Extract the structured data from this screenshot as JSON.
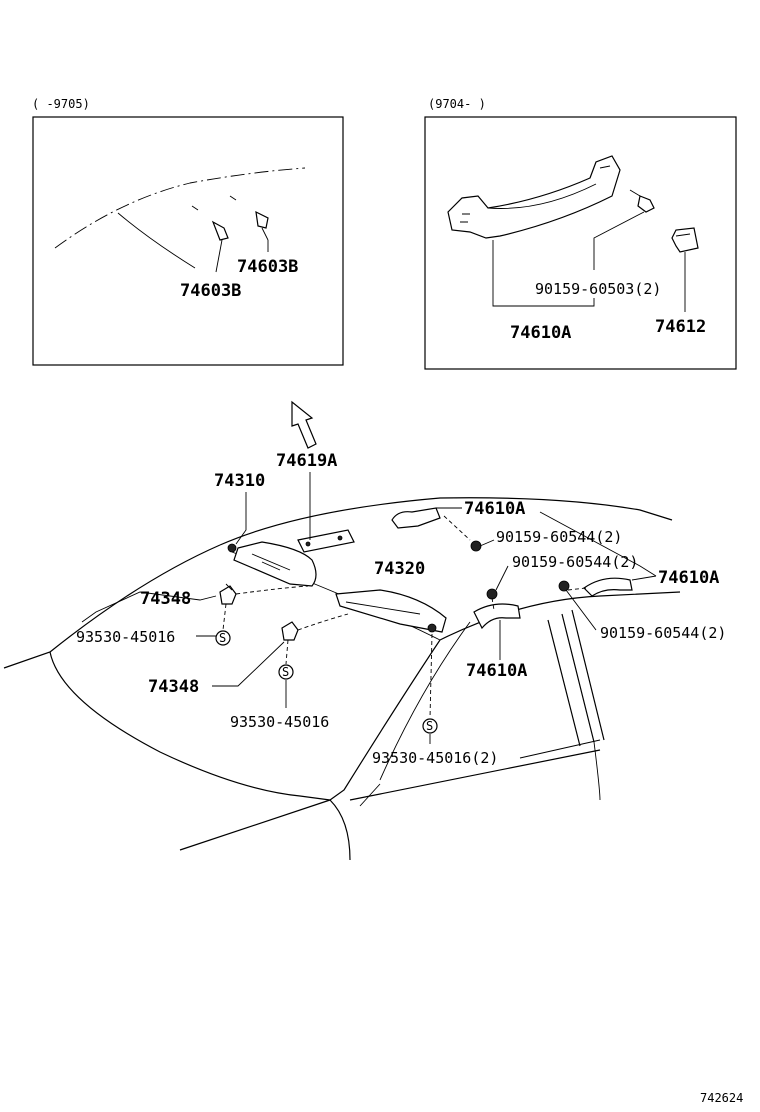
{
  "inset_left": {
    "period": "(    -9705)",
    "labels": {
      "upper": "74603B",
      "lower": "74603B"
    }
  },
  "inset_right": {
    "period": "(9704-    )",
    "labels": {
      "screw": "90159-60503(2)",
      "grip": "74610A",
      "cover": "74612"
    }
  },
  "main": {
    "labels": {
      "p74619a": "74619A",
      "p74310": "74310",
      "p74610a_top": "74610A",
      "s60544_a": "90159-60544(2)",
      "s60544_b": "90159-60544(2)",
      "p74610a_right": "74610A",
      "p74320": "74320",
      "s60544_c": "90159-60544(2)",
      "p74348_a": "74348",
      "c45016_a": "93530-45016",
      "p74348_b": "74348",
      "p74610a_mid": "74610A",
      "c45016_b": "93530-45016",
      "c45016_c": "93530-45016(2)"
    },
    "clip_symbol": "S"
  },
  "figure_number": "742624"
}
